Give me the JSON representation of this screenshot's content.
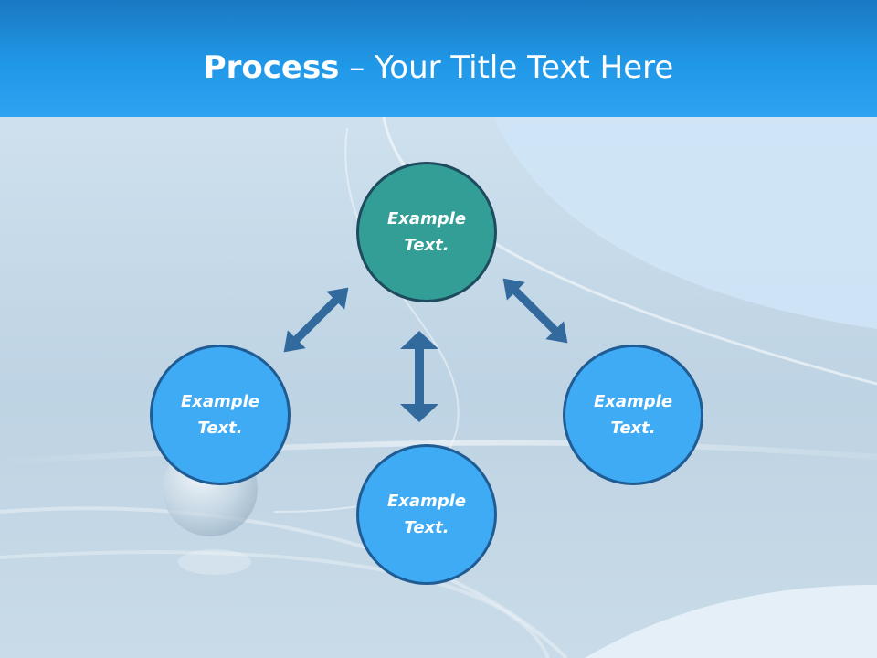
{
  "slide": {
    "title_bold": "Process",
    "title_rest": " – Your Title Text Here"
  },
  "diagram": {
    "center": {
      "label": "Example Text."
    },
    "nodes": [
      {
        "label": "Example Text."
      },
      {
        "label": "Example Text."
      },
      {
        "label": "Example Text."
      }
    ]
  },
  "colors": {
    "title_bar": "#2098e8",
    "center_fill": "#339e96",
    "center_border": "#1e4b5e",
    "outer_fill": "#3fabf5",
    "outer_border": "#1f5c94",
    "arrow": "#336a9e"
  }
}
